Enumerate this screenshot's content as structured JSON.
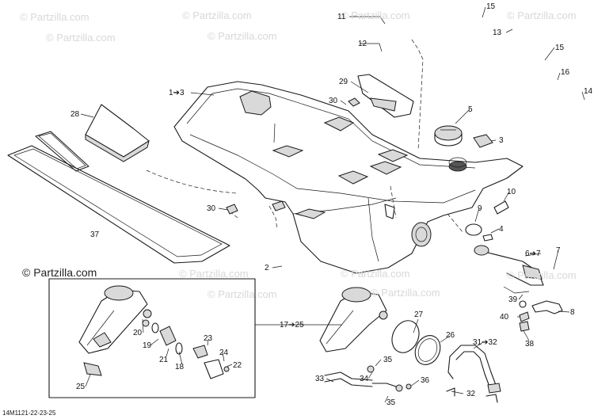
{
  "watermarks": [
    "© Partzilla.com"
  ],
  "drawing_code": "14M1121-22-23-25",
  "callouts": {
    "c11": "11",
    "c15a": "15",
    "c13": "13",
    "c12": "12",
    "c15b": "15",
    "c16": "16",
    "c14": "14",
    "c1to3": "1➔3",
    "c29": "29",
    "c30a": "30",
    "c5": "5",
    "c28": "28",
    "c3": "3",
    "c10": "10",
    "c30b": "30",
    "c9": "9",
    "c4": "4",
    "c37": "37",
    "c6to7": "6➔7",
    "c7": "7",
    "c2": "2",
    "c39": "39",
    "c8": "8",
    "c40": "40",
    "c38": "38",
    "c17to25": "17➔25",
    "c27": "27",
    "c26": "26",
    "c31to32": "31➔32",
    "c20": "20",
    "c19": "19",
    "c23": "23",
    "c21": "21",
    "c18": "18",
    "c24": "24",
    "c22": "22",
    "c35a": "35",
    "c36": "36",
    "c33": "33",
    "c34": "34",
    "c35b": "35",
    "c32": "32",
    "c25": "25"
  }
}
